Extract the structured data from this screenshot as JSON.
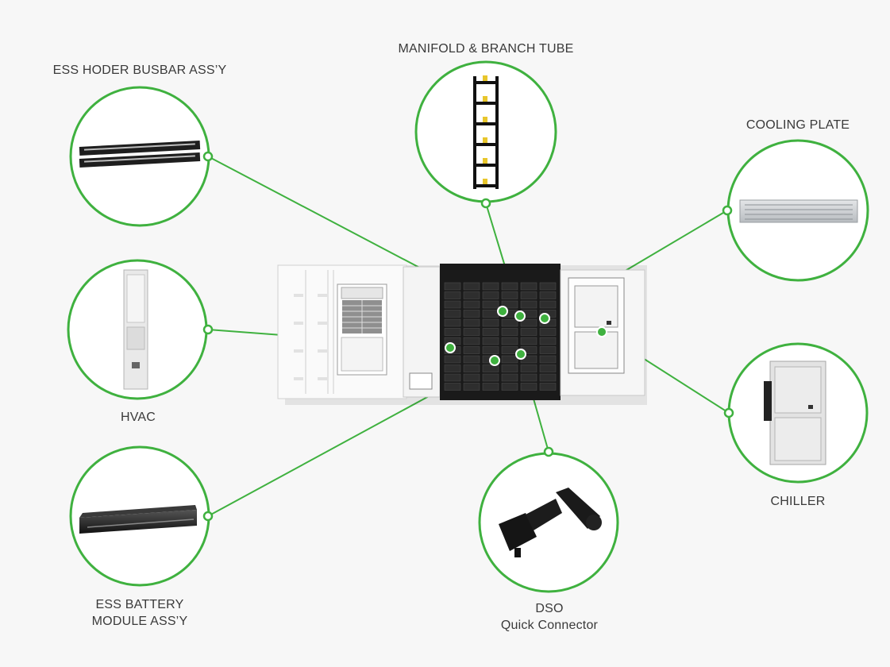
{
  "diagram": {
    "accent_color": "#3fb13f",
    "components": [
      {
        "id": "busbar",
        "label": "ESS HODER BUSBAR ASS’Y",
        "icon": "busbar-assembly-image"
      },
      {
        "id": "manifold",
        "label": "MANIFOLD & BRANCH TUBE",
        "icon": "manifold-tube-image"
      },
      {
        "id": "cooling",
        "label": "COOLING PLATE",
        "icon": "cooling-plate-image"
      },
      {
        "id": "hvac",
        "label": "HVAC",
        "icon": "hvac-unit-image"
      },
      {
        "id": "chiller",
        "label": "CHILLER",
        "icon": "chiller-cabinet-image"
      },
      {
        "id": "battery",
        "label_line1": "ESS BATTERY",
        "label_line2": "MODULE ASS’Y",
        "icon": "battery-module-image"
      },
      {
        "id": "dso",
        "label_line1": "DSO",
        "label_line2": "Quick Connector",
        "icon": "dso-connector-image"
      }
    ],
    "center_icon": "ess-container-image"
  }
}
